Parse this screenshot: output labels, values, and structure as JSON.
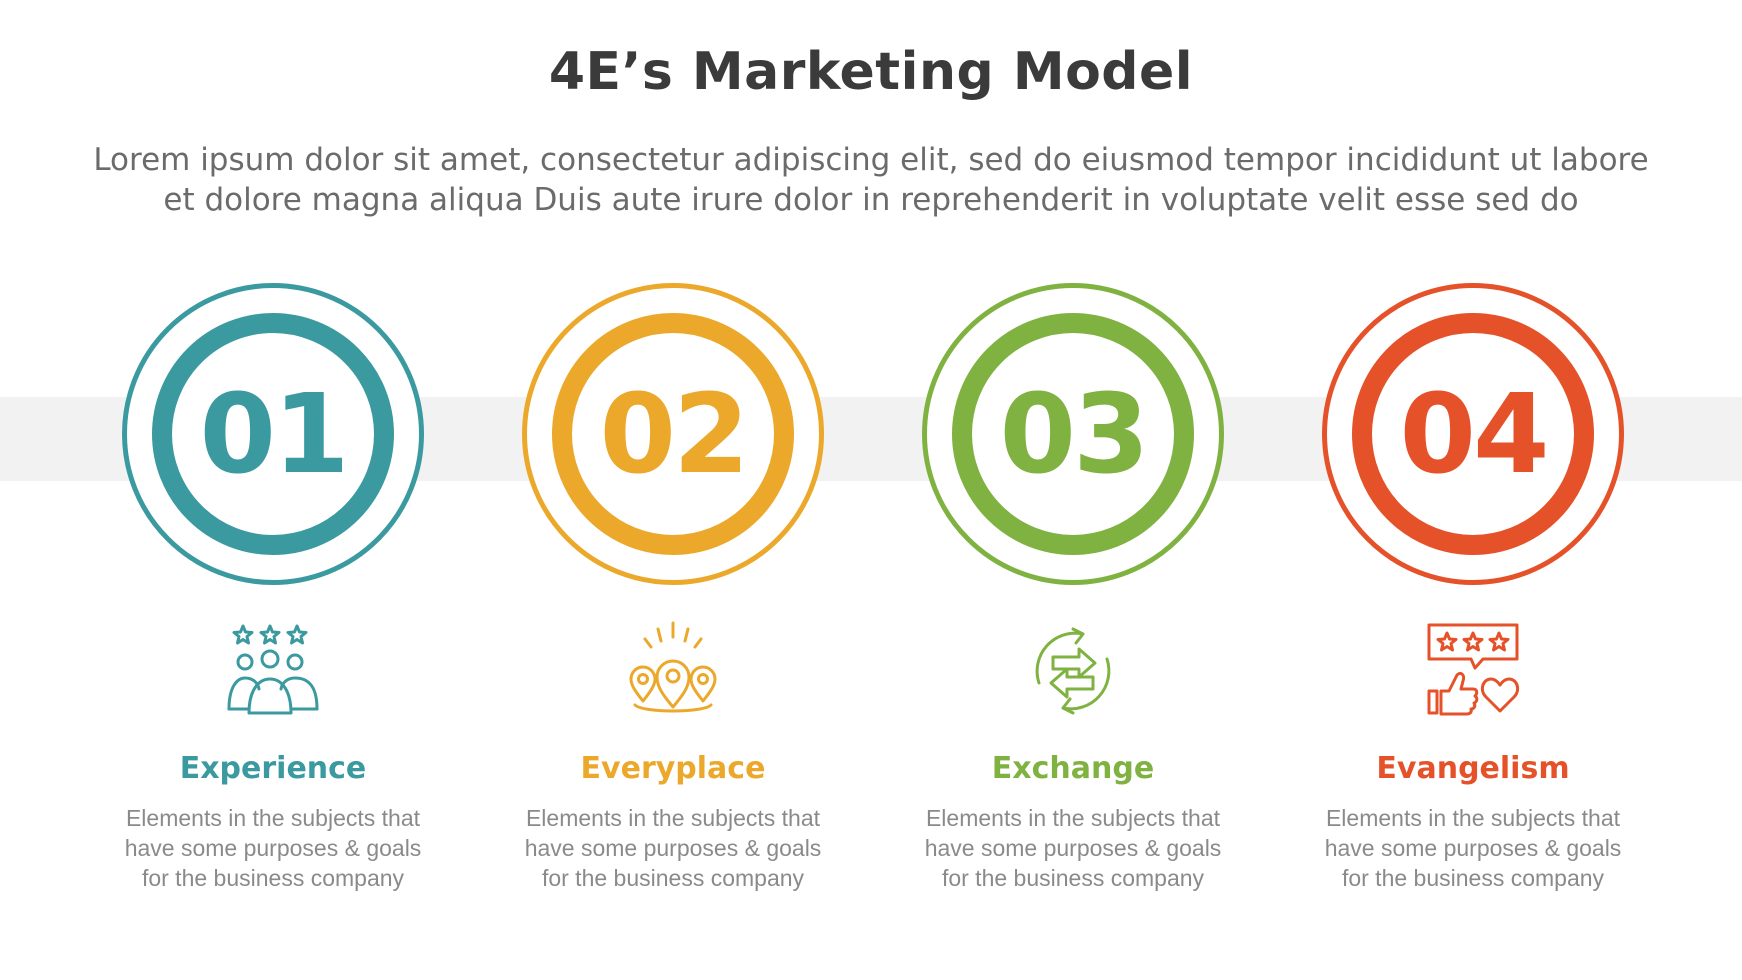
{
  "title": "4E’s Marketing Model",
  "subtitle_line1": "Lorem ipsum dolor sit amet, consectetur adipiscing elit, sed do eiusmod tempor incididunt ut labore",
  "subtitle_line2": "et dolore magna aliqua Duis aute irure dolor in reprehenderit in voluptate velit esse sed do",
  "band_color": "#f1f2f1",
  "steps": [
    {
      "number": "01",
      "label": "Experience",
      "description": "Elements in the subjects that\nhave  some purposes & goals\nfor the  business company",
      "color": "#3a9aa0",
      "icon": "people-rating-icon"
    },
    {
      "number": "02",
      "label": "Everyplace",
      "description": "Elements in the subjects that\nhave  some purposes & goals\nfor the  business company",
      "color": "#eba82a",
      "icon": "location-pins-icon"
    },
    {
      "number": "03",
      "label": "Exchange",
      "description": "Elements in the subjects that\nhave  some purposes & goals\nfor the  business company",
      "color": "#80b242",
      "icon": "exchange-arrows-icon"
    },
    {
      "number": "04",
      "label": "Evangelism",
      "description": "Elements in the subjects that\nhave  some purposes & goals\nfor the  business company",
      "color": "#e5522a",
      "icon": "review-like-heart-icon"
    }
  ]
}
